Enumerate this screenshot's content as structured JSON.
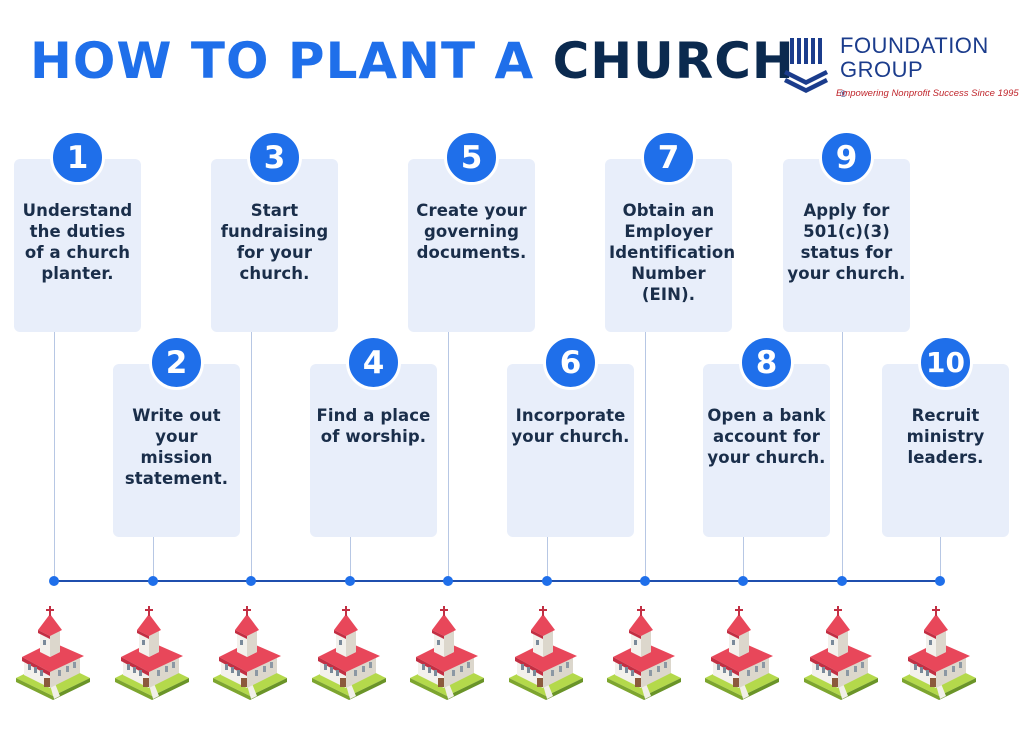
{
  "header": {
    "title_part1": "HOW TO PLANT A ",
    "title_part2": "CHURCH"
  },
  "logo": {
    "line1": "FOUNDATION",
    "line2": "GROUP",
    "registered": "®",
    "tagline": "Empowering Nonprofit Success Since 1995"
  },
  "colors": {
    "accent": "#1f6fea",
    "navy": "#0b2a4f",
    "card_bg": "#e8eefa",
    "timeline": "#1f4fae",
    "logo_red": "#c0272d"
  },
  "steps": [
    {
      "number": "1",
      "text": "Understand the duties of a church planter."
    },
    {
      "number": "2",
      "text": "Write out your mission statement."
    },
    {
      "number": "3",
      "text": "Start fundraising for your church."
    },
    {
      "number": "4",
      "text": "Find a place of worship."
    },
    {
      "number": "5",
      "text": "Create your governing documents."
    },
    {
      "number": "6",
      "text": "Incorporate your church."
    },
    {
      "number": "7",
      "text": "Obtain an Employer Identification Number (EIN)."
    },
    {
      "number": "8",
      "text": "Open a bank account for your church."
    },
    {
      "number": "9",
      "text": "Apply for 501(c)(3) status for your church."
    },
    {
      "number": "10",
      "text": "Recruit ministry leaders."
    }
  ],
  "icons": {
    "step_illustration": "church-icon",
    "logo": "foundation-group-logo-icon"
  }
}
